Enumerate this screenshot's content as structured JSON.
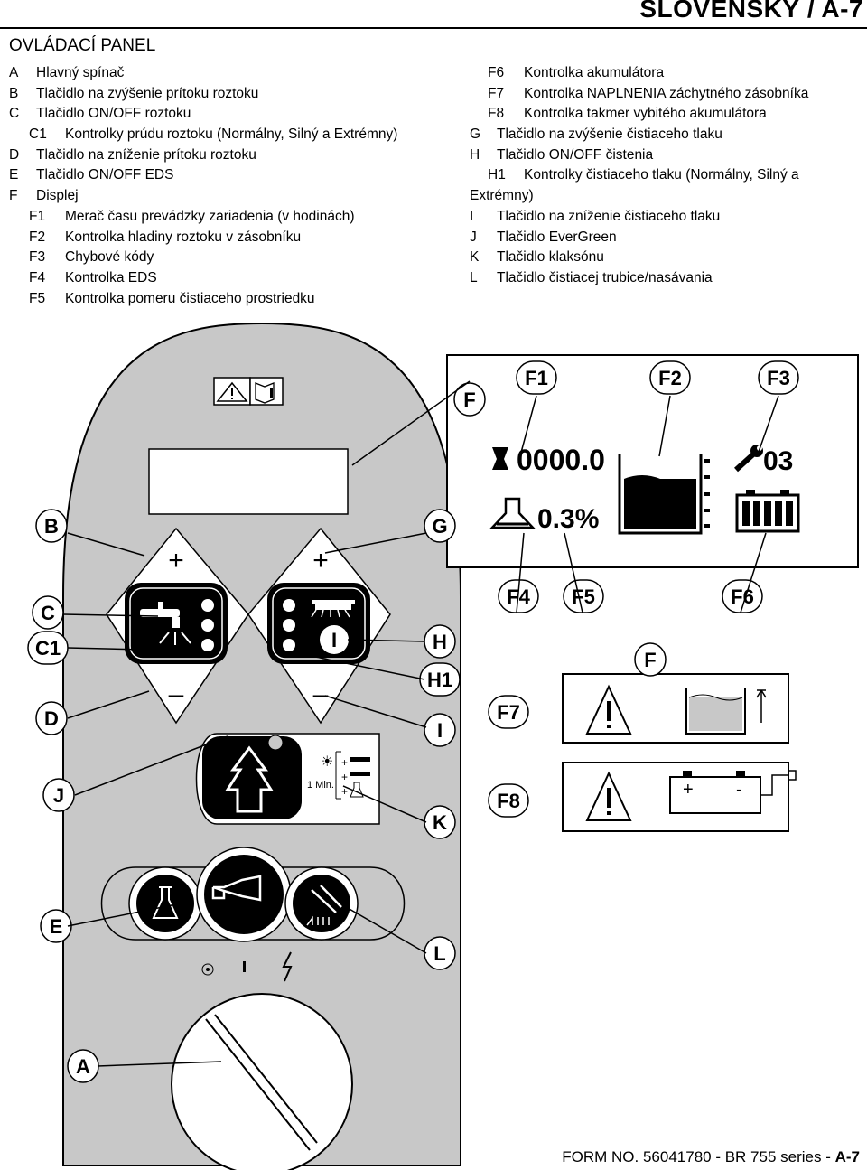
{
  "header": {
    "title": "SLOVENSKÝ / A-7"
  },
  "section_title": "OVLÁDACÍ PANEL",
  "left_list": [
    {
      "code": "A",
      "text": "Hlavný spínač",
      "level": 0
    },
    {
      "code": "B",
      "text": "Tlačidlo na zvýšenie prítoku roztoku",
      "level": 0
    },
    {
      "code": "C",
      "text": "Tlačidlo ON/OFF roztoku",
      "level": 0
    },
    {
      "code": "C1",
      "text": "Kontrolky prúdu roztoku (Normálny, Silný a Extrémny)",
      "level": 1
    },
    {
      "code": "D",
      "text": "Tlačidlo na zníženie prítoku roztoku",
      "level": 0
    },
    {
      "code": "E",
      "text": "Tlačidlo ON/OFF EDS",
      "level": 0
    },
    {
      "code": "F",
      "text": "Displej",
      "level": 0
    },
    {
      "code": "F1",
      "text": "Merač času prevádzky zariadenia (v hodinách)",
      "level": 1
    },
    {
      "code": "F2",
      "text": "Kontrolka hladiny roztoku v zásobníku",
      "level": 1
    },
    {
      "code": "F3",
      "text": "Chybové kódy",
      "level": 1
    },
    {
      "code": "F4",
      "text": "Kontrolka EDS",
      "level": 1
    },
    {
      "code": "F5",
      "text": "Kontrolka pomeru čistiaceho prostriedku",
      "level": 1
    }
  ],
  "right_list": [
    {
      "code": "F6",
      "text": "Kontrolka akumulátora",
      "level": 1
    },
    {
      "code": "F7",
      "text": "Kontrolka NAPLNENIA záchytného zásobníka",
      "level": 1
    },
    {
      "code": "F8",
      "text": "Kontrolka takmer vybitého akumulátora",
      "level": 1
    },
    {
      "code": "G",
      "text": "Tlačidlo na zvýšenie čistiaceho tlaku",
      "level": 0
    },
    {
      "code": "H",
      "text": "Tlačidlo ON/OFF čistenia",
      "level": 0
    },
    {
      "code": "H1",
      "text": "Kontrolky čistiaceho tlaku (Normálny, Silný a",
      "level": 1
    },
    {
      "code": "",
      "text": "Extrémny)",
      "level": 0
    },
    {
      "code": "I",
      "text": "Tlačidlo na zníženie čistiaceho tlaku",
      "level": 0
    },
    {
      "code": "J",
      "text": "Tlačidlo EverGreen",
      "level": 0
    },
    {
      "code": "K",
      "text": "Tlačidlo klaksónu",
      "level": 0
    },
    {
      "code": "L",
      "text": "Tlačidlo čistiacej trubice/nasávania",
      "level": 0
    }
  ],
  "callouts": {
    "A": "A",
    "B": "B",
    "C": "C",
    "C1": "C1",
    "D": "D",
    "E": "E",
    "F": "F",
    "F1": "F1",
    "F2": "F2",
    "F3": "F3",
    "F4": "F4",
    "F5": "F5",
    "F6": "F6",
    "F7": "F7",
    "F8": "F8",
    "G": "G",
    "H": "H",
    "H1": "H1",
    "I": "I",
    "J": "J",
    "K": "K",
    "L": "L"
  },
  "display": {
    "hour_meter": "0000.0",
    "error_code": "03",
    "detergent_ratio": "0.3%"
  },
  "panel": {
    "plus": "+",
    "minus": "–",
    "one_min": "1 Min.",
    "batt_plus": "+",
    "batt_minus": "-",
    "power_off_mark": "I"
  },
  "footer": {
    "prefix": "FORM NO. 56041780 - BR 755 series - ",
    "page": "A-7"
  },
  "colors": {
    "panel_fill": "#c8c8c8",
    "black": "#000000"
  }
}
